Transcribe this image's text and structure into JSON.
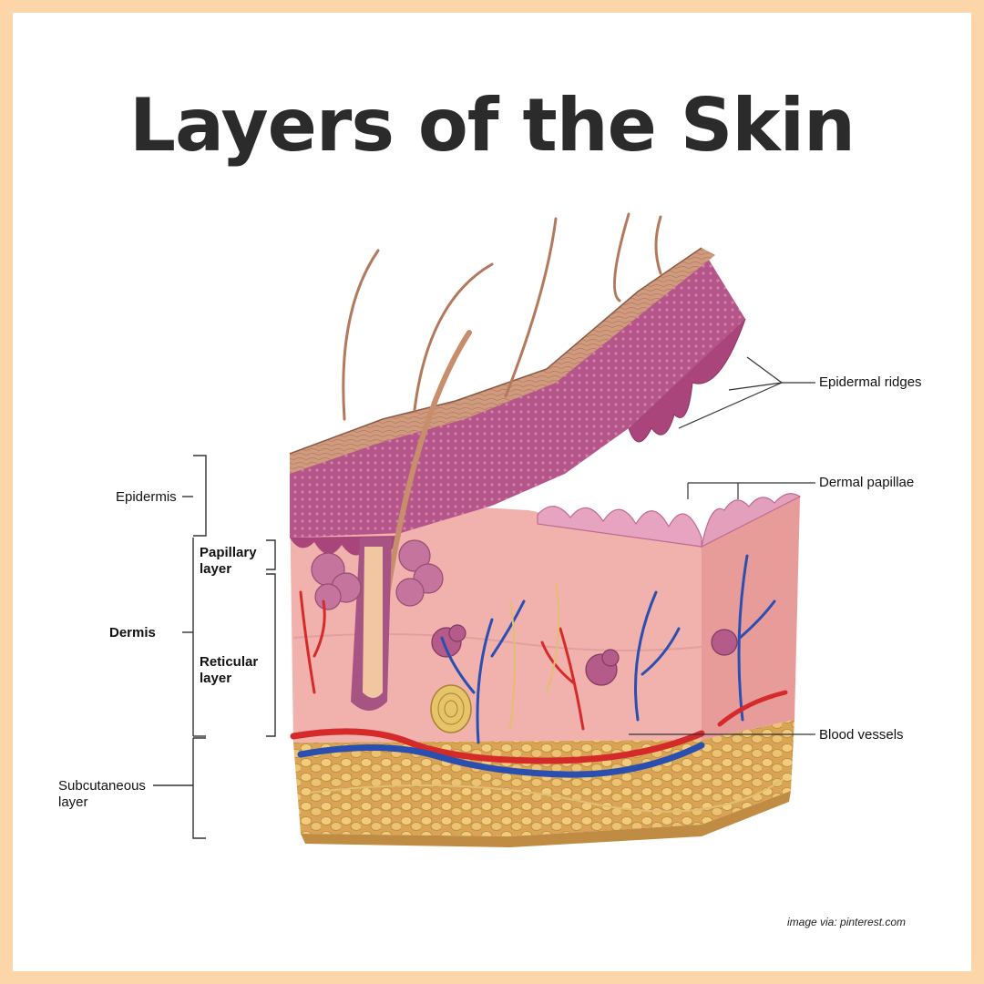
{
  "title": "Layers of the Skin",
  "credit": "image via: pinterest.com",
  "labels": {
    "epidermis": "Epidermis",
    "dermis": "Dermis",
    "papillary_line1": "Papillary",
    "papillary_line2": "layer",
    "reticular_line1": "Reticular",
    "reticular_line2": "layer",
    "subcutaneous_line1": "Subcutaneous",
    "subcutaneous_line2": "layer",
    "epidermal_ridges": "Epidermal ridges",
    "dermal_papillae": "Dermal papillae",
    "blood_vessels": "Blood vessels"
  },
  "colors": {
    "background": "#fcd6a8",
    "panel": "#ffffff",
    "title": "#2b2b2b",
    "epidermis_surface": "#c98f74",
    "epidermis_deep": "#a8497a",
    "dermis": "#f2b5b2",
    "subcutaneous_fat": "#e9c070",
    "artery": "#d42a2a",
    "vein": "#2a4fb0"
  }
}
